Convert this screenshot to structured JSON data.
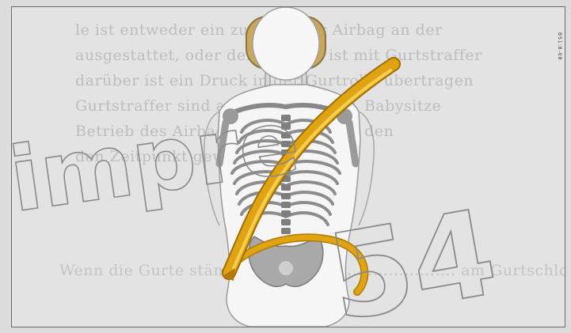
{
  "illustration": {
    "subject": "seat-belt-on-skeleton",
    "belt_color": "#e0a412",
    "belt_highlight": "#f6cf52",
    "headrest_color": "#c9a85e",
    "bone_color": "#8d8d8d",
    "side_code": "B51:8-08"
  },
  "bleed_through_text": [
    "le ist entweder ein zusätzlicher Airbag an der",
    "ausgestattet, oder der Sitzgurt ist mit Gurtstraffer",
    "darüber ist ein Druck in der Gurtrolle übertragen",
    "Gurtstraffer sind auch Kinder- bzw. Babysitze",
    "Betrieb des Airbags Kindersitze für den",
    "den Zeitpunkt gewährleistet"
  ],
  "bleed_bottom_text": "Wenn die Gurte ständig ....................................... am Gurtschloss",
  "watermark": {
    "text": "impre",
    "number": "54"
  }
}
